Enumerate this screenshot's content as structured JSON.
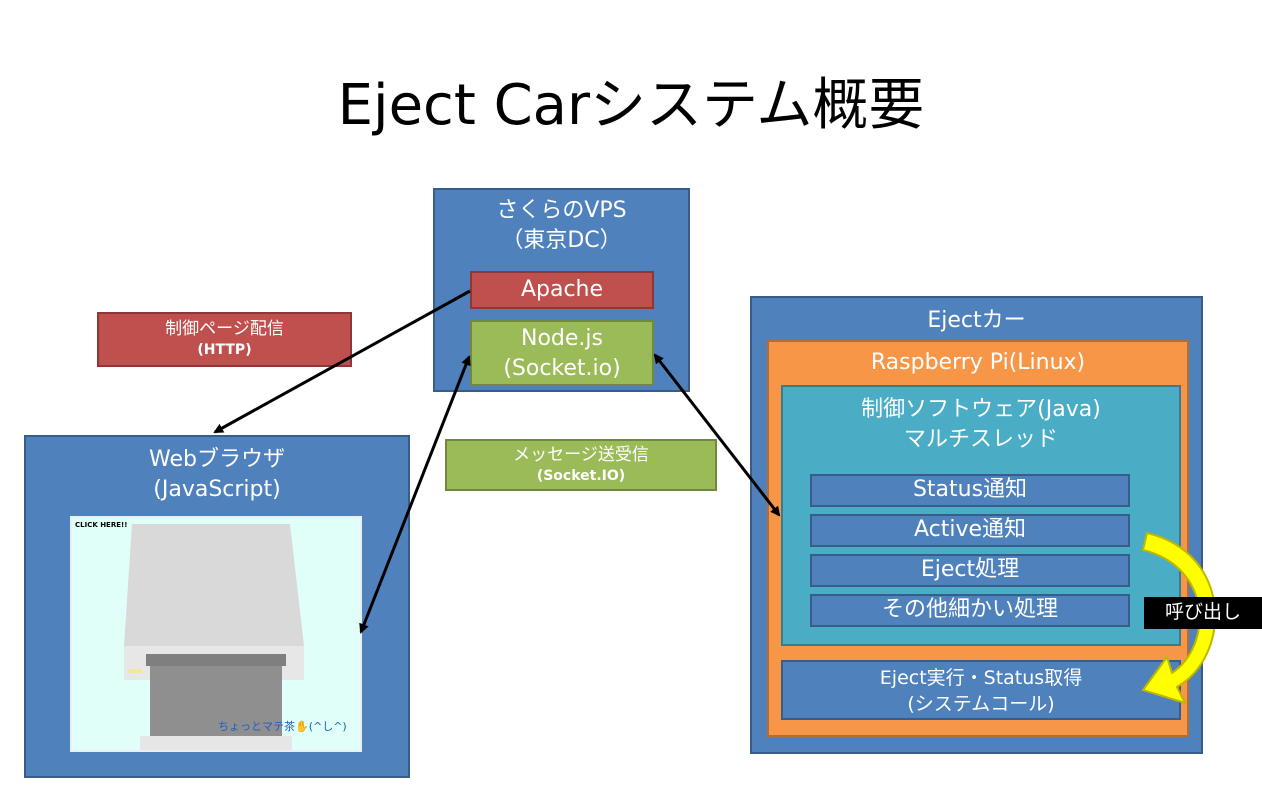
{
  "title": "Eject Carシステム概要",
  "vps": {
    "label_line1": "さくらのVPS",
    "label_line2": "（東京DC）",
    "apache": "Apache",
    "node_line1": "Node.js",
    "node_line2": "(Socket.io)"
  },
  "http_label": {
    "line1": "制御ページ配信",
    "line2": "(HTTP)"
  },
  "socket_label": {
    "line1": "メッセージ送受信",
    "line2": "(Socket.IO)"
  },
  "browser": {
    "label_line1": "Webブラウザ",
    "label_line2": "(JavaScript)",
    "preview_click": "CLICK HERE!!",
    "preview_caption": "ちょっとマテ茶✋(^し^)"
  },
  "car": {
    "label": "Ejectカー",
    "pi": "Raspberry Pi(Linux)",
    "software_line1": "制御ソフトウェア(Java)",
    "software_line2": "マルチスレッド",
    "items": [
      "Status通知",
      "Active通知",
      "Eject処理",
      "その他細かい処理"
    ],
    "syscall_line1": "Eject実行・Status取得",
    "syscall_line2": "(システムコール)",
    "call_badge": "呼び出し"
  },
  "colors": {
    "blue": "#4f81bd",
    "red": "#c0504d",
    "green": "#9bbb59",
    "orange": "#f79646",
    "teal": "#4bacc6",
    "yellow_arrow": "#ffff00"
  }
}
